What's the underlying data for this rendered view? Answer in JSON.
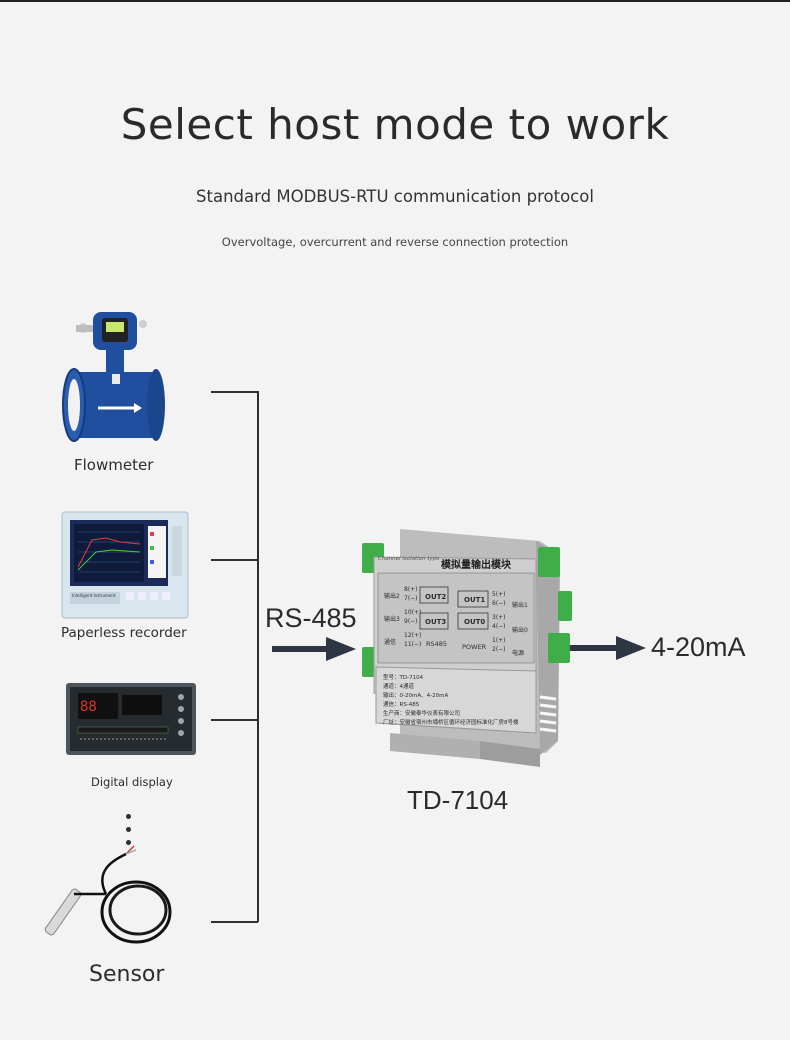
{
  "header": {
    "title": "Select host mode to work",
    "subtitle": "Standard MODBUS-RTU communication protocol",
    "note": "Overvoltage, overcurrent and reverse connection protection"
  },
  "devices": {
    "flowmeter": "Flowmeter",
    "recorder": "Paperless recorder",
    "display": "Digital display",
    "sensor": "Sensor",
    "recorder_brand": "Intelligent Instrument"
  },
  "signals": {
    "input": "RS-485",
    "output": "4-20mA"
  },
  "module": {
    "model": "TD-7104",
    "top_label": "Channel isolation type",
    "name_cn": "模拟量输出模块",
    "ports": {
      "out0": "OUT0",
      "out1": "OUT1",
      "out2": "OUT2",
      "out3": "OUT3",
      "rs485": "RS485",
      "power": "POWER"
    },
    "terminals_left": [
      "8(+)",
      "7(−)",
      "10(+)",
      "9(−)",
      "12(+)",
      "11(−)"
    ],
    "terminals_right": [
      "5(+)",
      "6(−)",
      "3(+)",
      "4(−)",
      "1(+)",
      "2(−)"
    ],
    "side_left": [
      "输出2",
      "输出3",
      "通信"
    ],
    "side_right": [
      "输出1",
      "输出0",
      "电源"
    ],
    "specs": [
      "型号：TD-7104",
      "通道：4通道",
      "输出：0-20mA、4-20mA",
      "通信：RS-485",
      "生产商：安徽泰华仪表有限公司",
      "厂址：安徽省宿州市埇桥区循环经济园标准化厂房8号楼"
    ]
  },
  "colors": {
    "arrow": "#2e3645",
    "flowmeter_body": "#1f4f9e",
    "terminal_green": "#3fae49",
    "module_grey": "#c9c9c9"
  }
}
